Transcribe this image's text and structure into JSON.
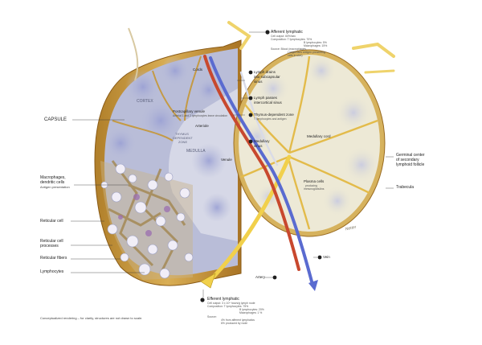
{
  "figure": {
    "footnote": "Conceptualized rendering – for clarity, structures are not drawn to scale.",
    "signature": "Netter"
  },
  "left_labels": {
    "capsule": "CAPSULE",
    "macrophages": "Macrophages,",
    "dendritic": "dendritic cells",
    "antigen": "Antigen presentation",
    "reticular_cell": "Reticular cell",
    "reticular_processes_1": "Reticular cell",
    "reticular_processes_2": "processes",
    "reticular_fibers": "Reticular fibers",
    "lymphocytes": "Lymphocytes"
  },
  "center_labels": {
    "cortex": "CORTEX",
    "cords": "Cords",
    "postcap_venule": "Postcapillary venule",
    "postcap_sub": "Arterial 1 and 2 lymphocytes leave circulation",
    "thymus_1": "THYMUS",
    "thymus_2": "DEPENDENT",
    "thymus_3": "ZONE",
    "arteriole": "Arteriole",
    "medulla": "MEDULLA",
    "venule": "Venule",
    "artery": "Artery"
  },
  "right_labels": {
    "afferent_num": "1",
    "afferent_title": "Afferent lymphatic",
    "afferent_l1": "Cell output: 60%/sec",
    "afferent_l2": "Composition: T lymphocytes: 70%",
    "afferent_l3": "B lymphocytes: 5%",
    "afferent_l4": "Macrophages: 15%",
    "afferent_l5": "Source:   Blood (macrophages,",
    "afferent_l6": "Langerhans antigen presenting",
    "afferent_l7": "cells in skin)",
    "step2_1": "Lymph drains",
    "step2_2": "into subcapsular",
    "step2_3": "sinus",
    "step3_1": "Lymph passes",
    "step3_2": "intercortical sinus",
    "step4_1": "Thymus-dependent zone",
    "step4_2": "T lymphocytes and antigen",
    "step5_1": "Medullary",
    "step5_2": "sinus",
    "medullary_cord": "Medullary cord",
    "plasma_1": "Plasma cells",
    "plasma_2": "producing",
    "plasma_3": "immunoglobulins",
    "germinal_1": "Germinal center",
    "germinal_2": "of secondary",
    "germinal_3": "lymphoid follicle",
    "trabecula": "Trabecula",
    "vein": "Vein"
  },
  "efferent": {
    "num": "6",
    "title": "Efferent lymphatic",
    "l1": "Cell output: 3 x 10⁹ hours/g lymph node",
    "l2": "Composition: T lymphocytes: 75%",
    "l3": "B lymphocytes: 20%",
    "l4": "Macrophages: 1 %",
    "l5": "Source:",
    "l6": "4% from afferent lymphatics",
    "l7": "6% produced by node"
  },
  "colors": {
    "capsule": "#c99a3c",
    "lymph_yellow": "#f1d04b",
    "artery_red": "#c8482e",
    "vein_blue": "#5a6bd0",
    "cortex_bg": "#b9bdd8",
    "medulla_bg": "#d9dbe7",
    "follicle": "#8a92c8"
  }
}
